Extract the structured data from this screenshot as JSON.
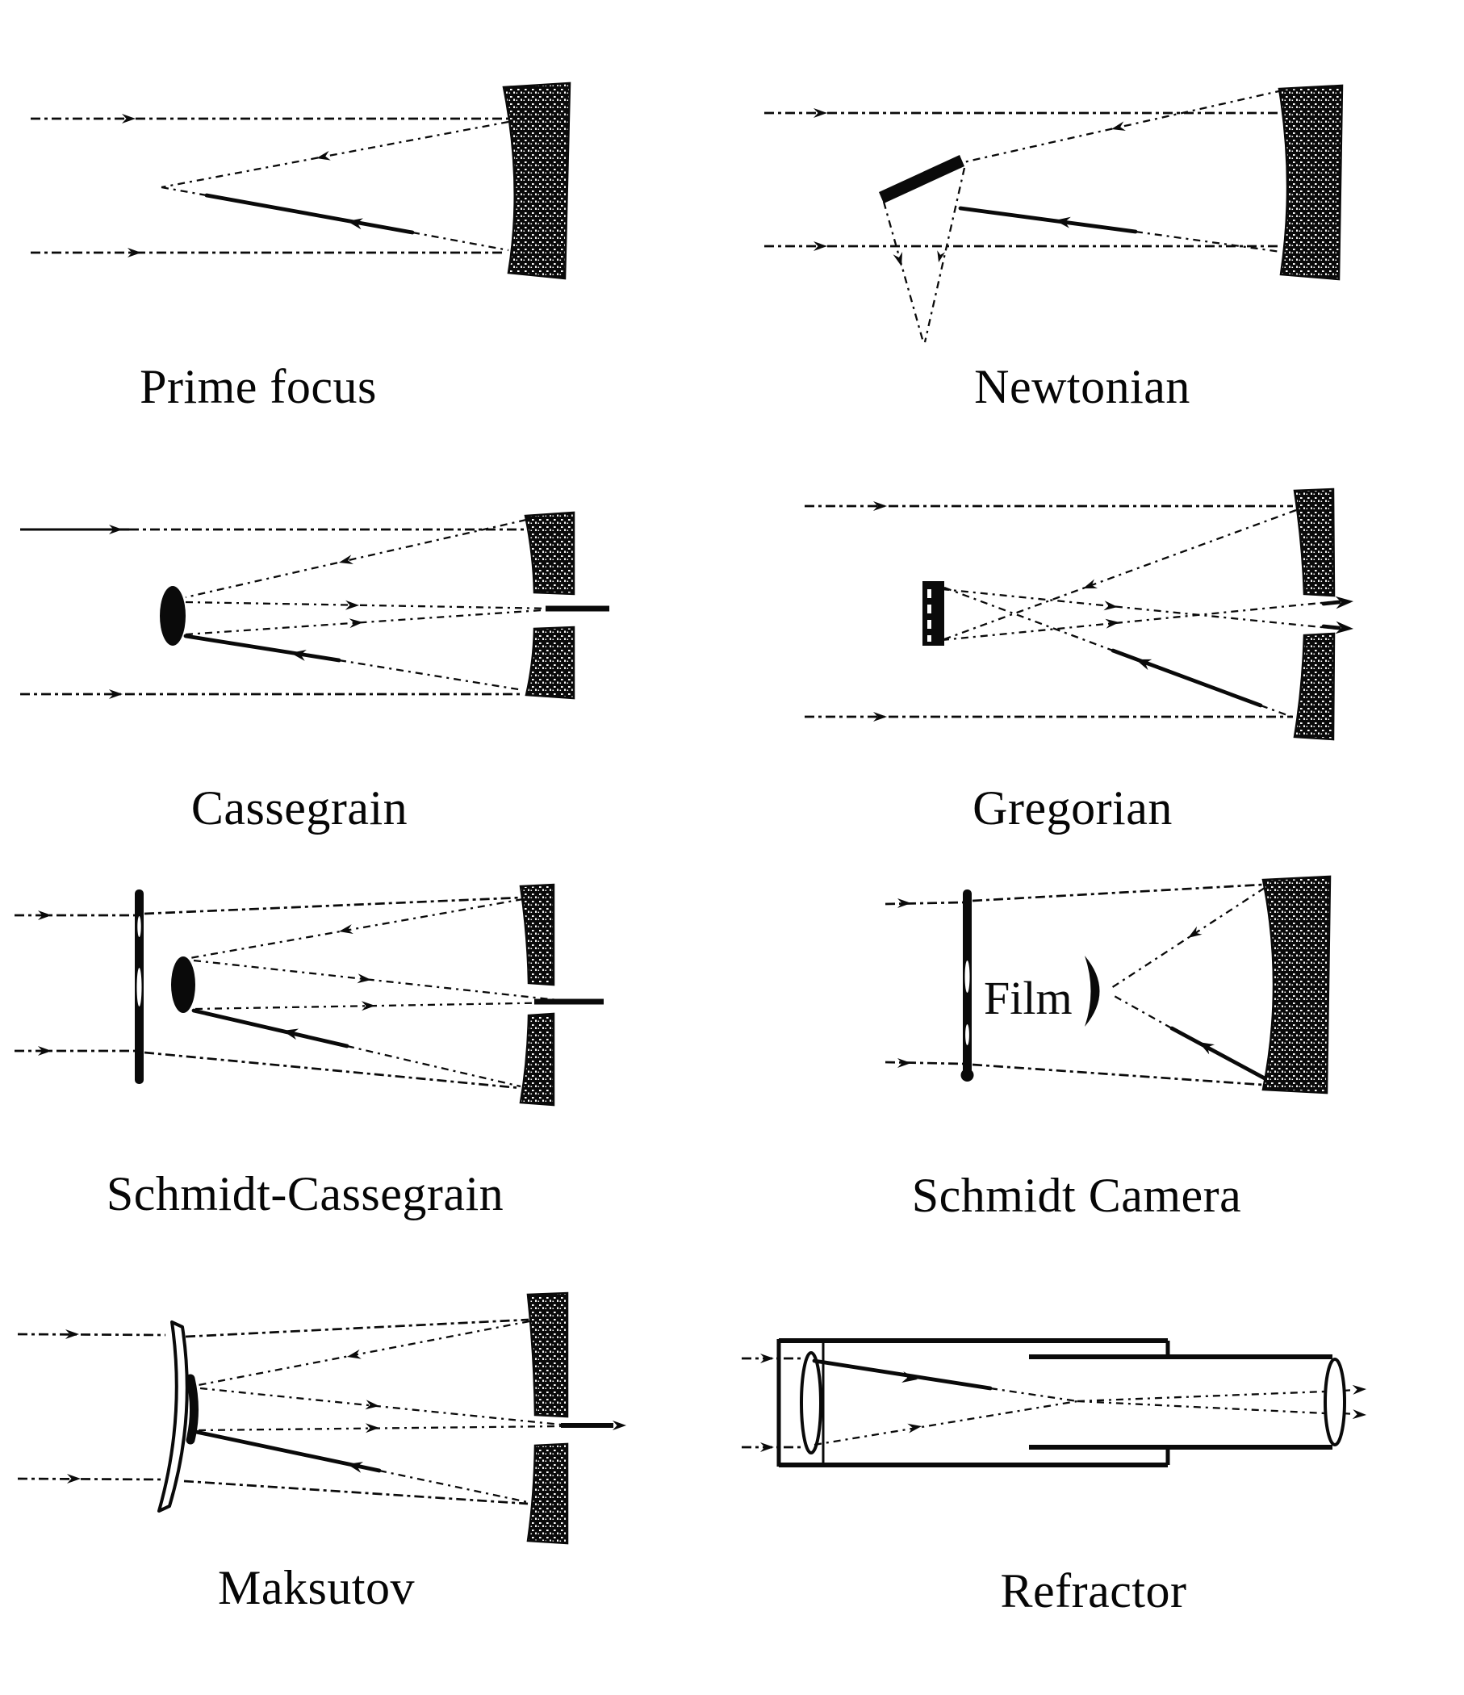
{
  "figure": {
    "panels": [
      {
        "id": "prime-focus",
        "label": "Prime focus"
      },
      {
        "id": "newtonian",
        "label": "Newtonian"
      },
      {
        "id": "cassegrain",
        "label": "Cassegrain"
      },
      {
        "id": "gregorian",
        "label": "Gregorian"
      },
      {
        "id": "schmidt-cassegrain",
        "label": "Schmidt-Cassegrain"
      },
      {
        "id": "schmidt-camera",
        "label": "Schmidt Camera"
      },
      {
        "id": "maksutov",
        "label": "Maksutov"
      },
      {
        "id": "refractor",
        "label": "Refractor"
      }
    ],
    "annotations": {
      "film_label": "Film"
    },
    "colors": {
      "ink": "#0a0a0a",
      "background": "#ffffff"
    }
  }
}
